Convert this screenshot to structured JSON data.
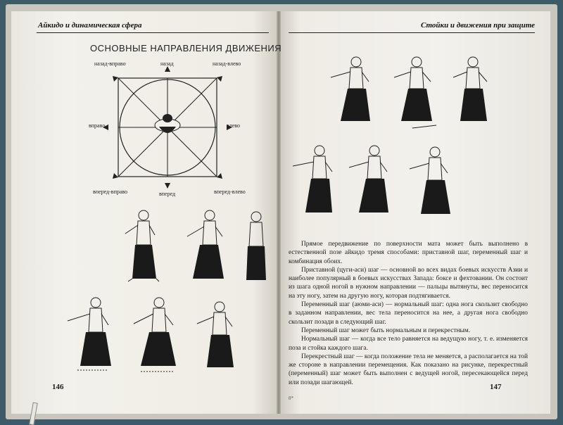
{
  "left_page": {
    "running_head": "Айкидо и динамическая сфера",
    "diagram_title": "ОСНОВНЫЕ НАПРАВЛЕНИЯ ДВИЖЕНИЯ",
    "directions": {
      "back_right": "назад-вправо",
      "back": "назад",
      "back_left": "назад-влево",
      "right": "вправо",
      "left": "влево",
      "forward_right": "вперед-вправо",
      "forward": "вперед",
      "forward_left": "вперед-влево"
    },
    "page_number": "146"
  },
  "right_page": {
    "running_head": "Стойки и движения при защите",
    "paragraphs": [
      "Прямое передвижение по поверхности мата может быть выполнено в естественной позе айкидо тремя способами: приставной шаг, переменный шаг и комбинация обоих.",
      "Приставной (цуги-аси) шаг — основной во всех видах боевых искусств Азии и наиболее популярный в боевых искусствах Запада: боксе и фехтовании. Он состоит из шага одной ногой в нужном направлении — пальцы вытянуты, вес переносится на эту ногу, затем на другую ногу, которая подтягивается.",
      "Переменный шаг (аюми-аси) — нормальный шаг: одна нога скользит свободно в заданном направлении, вес тела переносится на нее, а другая нога свободно скользит позади в следующий шаг.",
      "Переменный шаг может быть нормальным и перекрестным.",
      "Нормальный шаг — когда все тело равняется на ведущую ногу, т. е. изменяется поза и стойка каждого шага.",
      "Перекрестный шаг — когда положение тела не меняется, а располагается на той же стороне в направлении перемещения. Как показано на рисунке, перекрестный (переменный) шаг может быть выполнен с ведущей ногой, пересекающейся перед или позади шагающей."
    ],
    "signature_mark": "8*",
    "page_number": "147"
  }
}
